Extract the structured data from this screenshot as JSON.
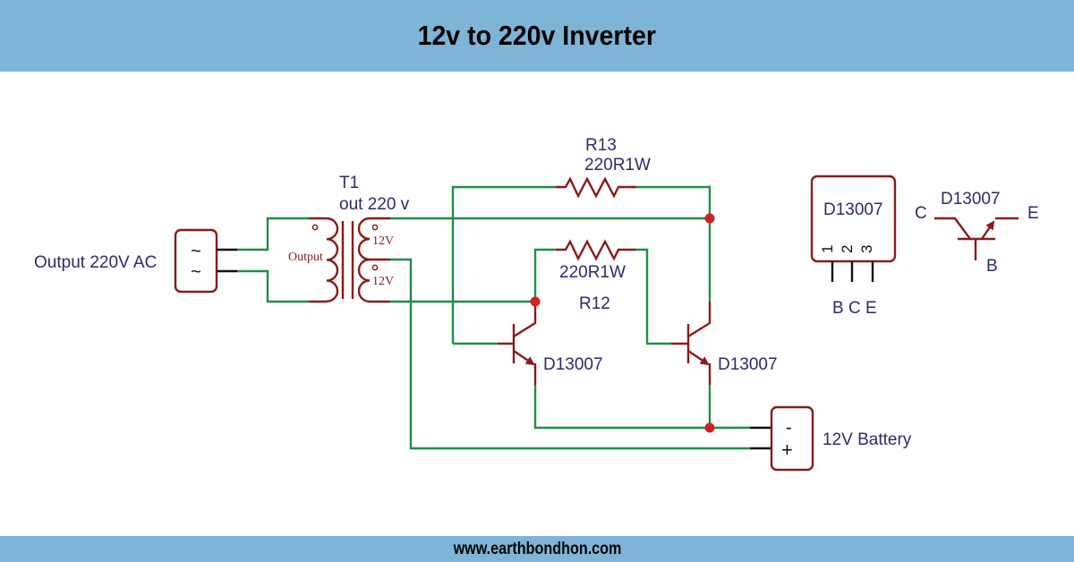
{
  "header": {
    "title": "12v to 220v Inverter"
  },
  "footer": {
    "website": "www.earthbondhon.com"
  },
  "colors": {
    "band": "#7eb5d7",
    "wire": "#1e8f4a",
    "component": "#8b1a1a",
    "label": "#2a2c6e",
    "junction": "#d42027"
  },
  "ac_output": {
    "label": "Output 220V AC",
    "symbol_top": "~",
    "symbol_bottom": "~"
  },
  "transformer": {
    "ref": "T1",
    "value": "out 220 v",
    "primary_label": "Output",
    "secondary_top_label": "12V",
    "secondary_bottom_label": "12V"
  },
  "resistors": [
    {
      "ref": "R13",
      "value": "220R1W"
    },
    {
      "ref": "R12",
      "value": "220R1W"
    }
  ],
  "transistors": [
    {
      "label": "D13007"
    },
    {
      "label": "D13007"
    }
  ],
  "battery": {
    "label": "12V Battery",
    "minus": "-",
    "plus": "+"
  },
  "pinout": {
    "package_label": "D13007",
    "pin_numbers": [
      "1",
      "2",
      "3"
    ],
    "pin_names": "B C E",
    "symbol_label": "D13007",
    "collector": "C",
    "emitter": "E",
    "base": "B"
  }
}
